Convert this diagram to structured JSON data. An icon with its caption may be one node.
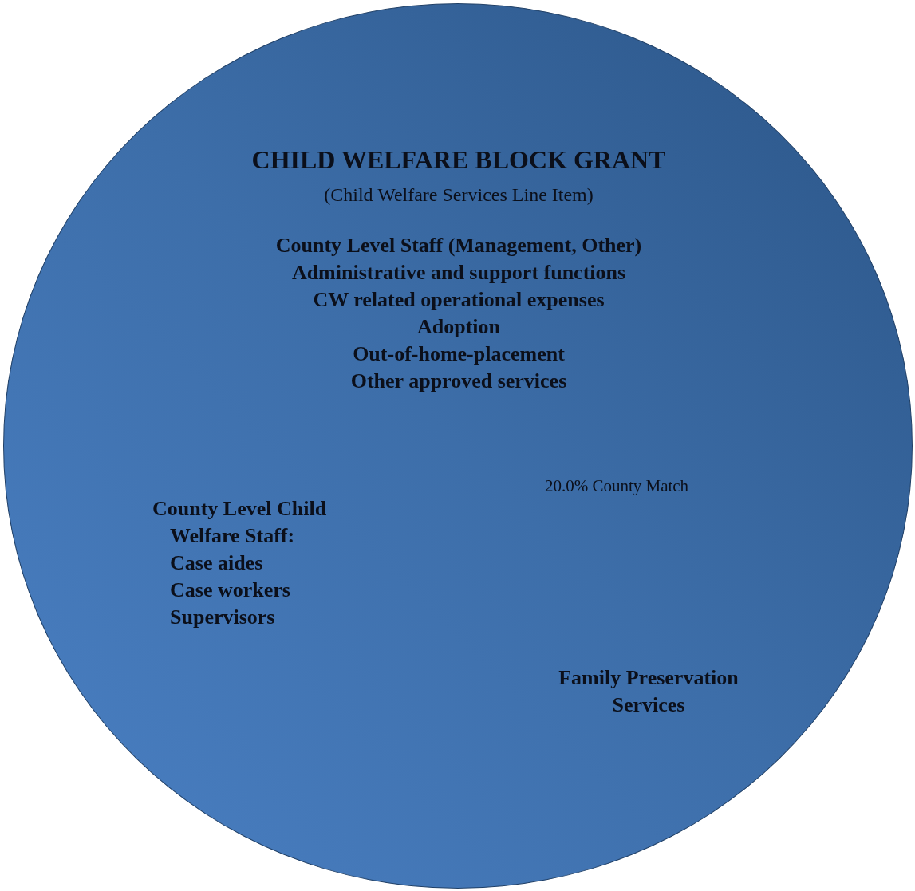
{
  "diagram": {
    "nodes": [
      {
        "text": [
          "CHILD WELFARE BLOCK GRANT",
          "(Child Welfare Services Line Item)",
          "County Level Staff (Management, Other)",
          "Administrative and support functions",
          "CW related operational expenses",
          "Adoption",
          "Out-of-home-placement",
          "Other approved services",
          "20.0% County Match",
          "County Level Child Welfare Staff:",
          "Case aides",
          "Case workers",
          "Supervisors",
          "Family Preservation Services"
        ]
      }
    ]
  }
}
